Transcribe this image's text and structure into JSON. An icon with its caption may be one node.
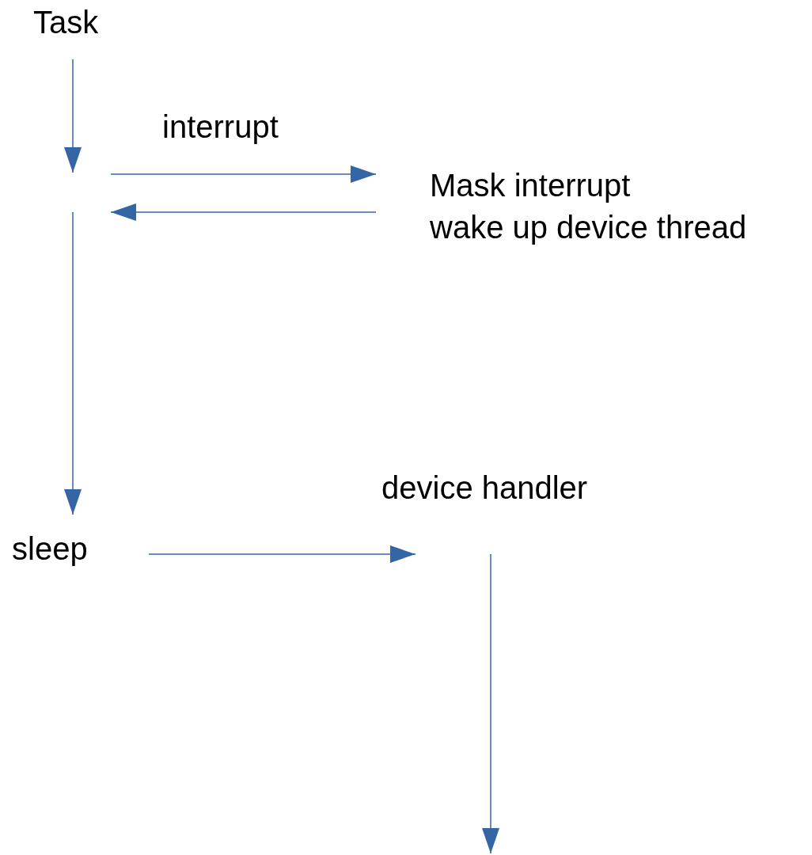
{
  "diagram": {
    "nodes": [
      {
        "text": [
          "Task"
        ]
      },
      {
        "text": [
          "Mask interrupt",
          "wake up device thread"
        ]
      },
      {
        "text": [
          "sleep"
        ]
      },
      {
        "text": [
          "device handler"
        ]
      }
    ],
    "edges": [
      {
        "from": 0,
        "to": null,
        "arrow": "to"
      },
      {
        "from": null,
        "to": 1,
        "arrow": "to",
        "label": "interrupt"
      },
      {
        "from": 1,
        "to": null,
        "arrow": "to"
      },
      {
        "from": null,
        "to": 2,
        "arrow": "to"
      },
      {
        "from": 2,
        "to": 3,
        "arrow": "to"
      },
      {
        "from": 3,
        "to": null,
        "arrow": "to"
      }
    ]
  }
}
